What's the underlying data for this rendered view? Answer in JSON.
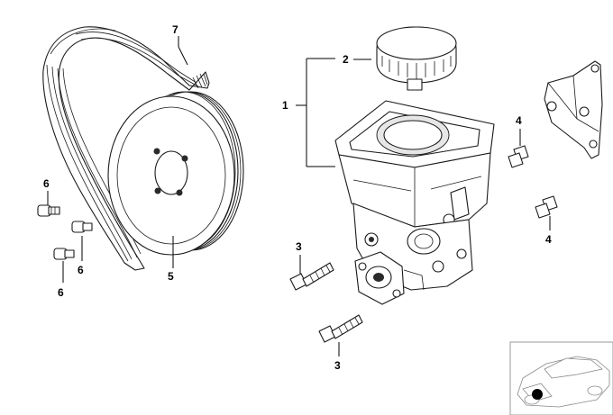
{
  "diagram": {
    "callouts": {
      "c1": "1",
      "c2": "2",
      "c3a": "3",
      "c3b": "3",
      "c4a": "4",
      "c4b": "4",
      "c5": "5",
      "c6a": "6",
      "c6b": "6",
      "c6c": "6",
      "c7": "7"
    },
    "accent_color": "#000000",
    "icons": [
      "belt-icon",
      "pulley-icon",
      "pump-reservoir-icon",
      "reservoir-cap-icon",
      "bracket-icon",
      "bolt-icon",
      "car-thumbnail-icon"
    ]
  }
}
